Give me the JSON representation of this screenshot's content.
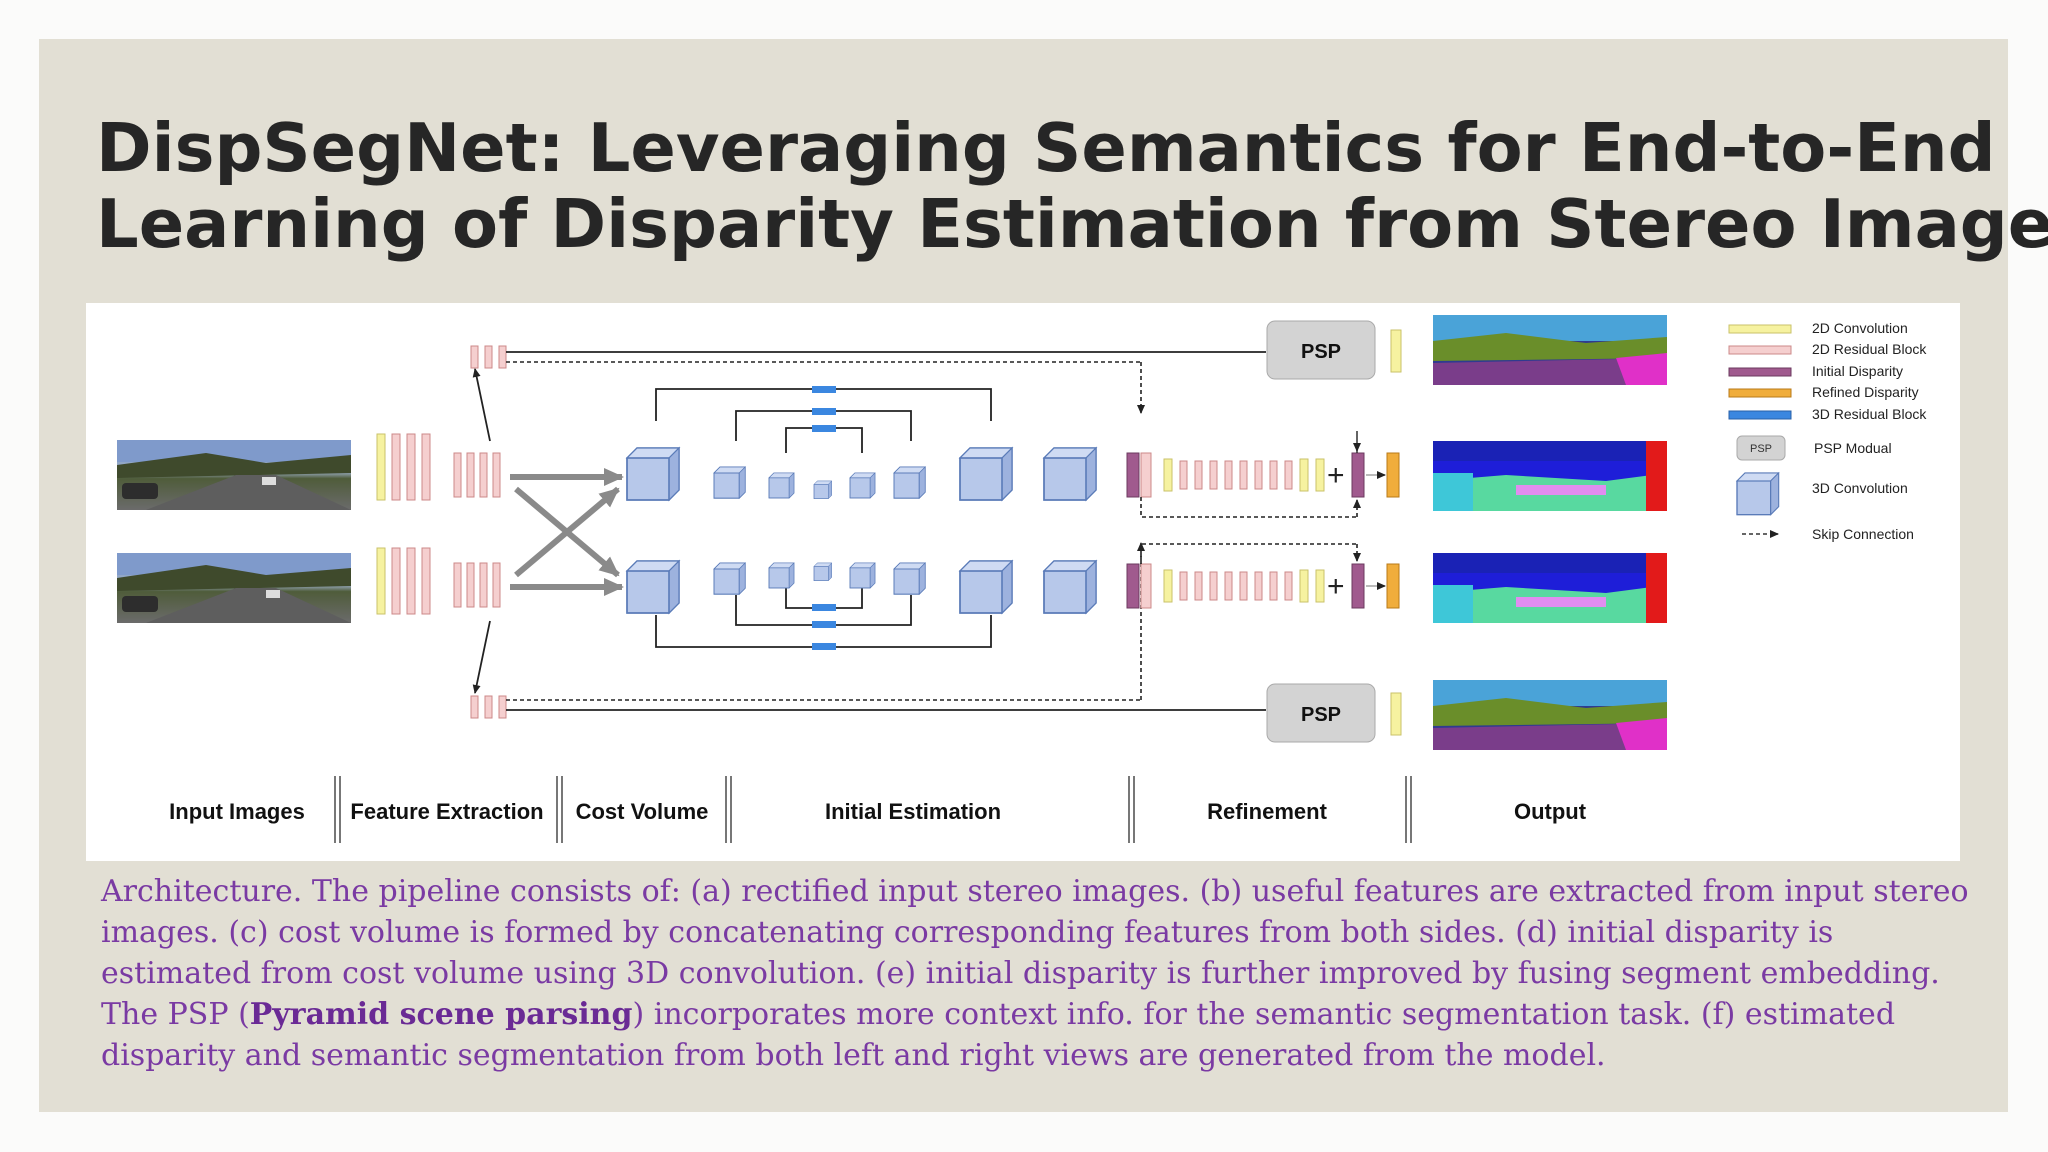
{
  "title": {
    "line1": "DispSegNet: Leveraging Semantics for End-to-End",
    "line2": "Learning of Disparity Estimation from Stereo Imagery"
  },
  "figure": {
    "stages": [
      "Input Images",
      "Feature Extraction",
      "Cost Volume",
      "Initial Estimation",
      "Refinement",
      "Output"
    ],
    "psp_top": "PSP",
    "psp_bottom": "PSP",
    "plus_symbol": "+",
    "legend": [
      {
        "label": "2D Convolution",
        "color": "#f6f2a0"
      },
      {
        "label": "2D Residual Block",
        "color": "#f5cfcf"
      },
      {
        "label": "Initial Disparity",
        "color": "#a05a8e"
      },
      {
        "label": "Refined Disparity",
        "color": "#f0ad3c"
      },
      {
        "label": "3D Residual Block",
        "color": "#3b87e0"
      },
      {
        "label": "PSP Modual",
        "icon_text": "PSP"
      },
      {
        "label": "3D Convolution"
      },
      {
        "label": "Skip Connection"
      }
    ]
  },
  "caption": {
    "part1": "Architecture. The pipeline consists of: (a) rectified input stereo images. (b) useful features are extracted from input stereo images. (c) cost volume is formed by concatenating corresponding features from both sides. (d) initial disparity is estimated from cost volume using 3D convolution. (e) initial disparity is further improved by fusing segment embedding. The PSP (",
    "bold": "Pyramid scene parsing",
    "part2": ") incorporates more context info. for the semantic segmentation task. (f) estimated disparity and semantic segmentation from both left and right views are generated from the model."
  },
  "colors": {
    "background": "#e2dfd4",
    "title": "#262626",
    "caption": "#7a3aa3",
    "conv2d": "#f6f2a0",
    "residual2d": "#f5cfcf",
    "initial_disparity": "#a05a8e",
    "refined_disparity": "#f0ad3c",
    "residual3d": "#3b87e0",
    "cube": "#b7c8ea"
  }
}
